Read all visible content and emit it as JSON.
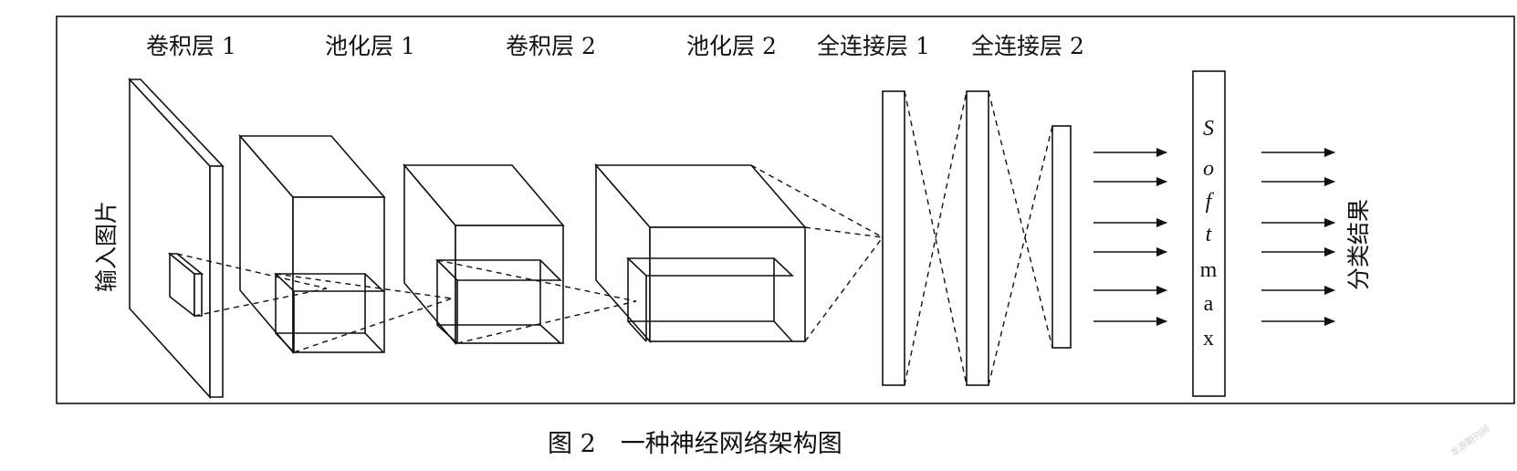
{
  "layers": {
    "conv1": "卷积层 1",
    "pool1": "池化层 1",
    "conv2": "卷积层 2",
    "pool2": "池化层 2",
    "fc1": "全连接层 1",
    "fc2": "全连接层 2"
  },
  "input_label": "输入图片",
  "output_label": "分类结果",
  "softmax_letters": [
    "S",
    "o",
    "f",
    "t",
    "m",
    "a",
    "x"
  ],
  "caption": "图 2　一种神经网络架构图",
  "watermark": "龙源期刊网"
}
